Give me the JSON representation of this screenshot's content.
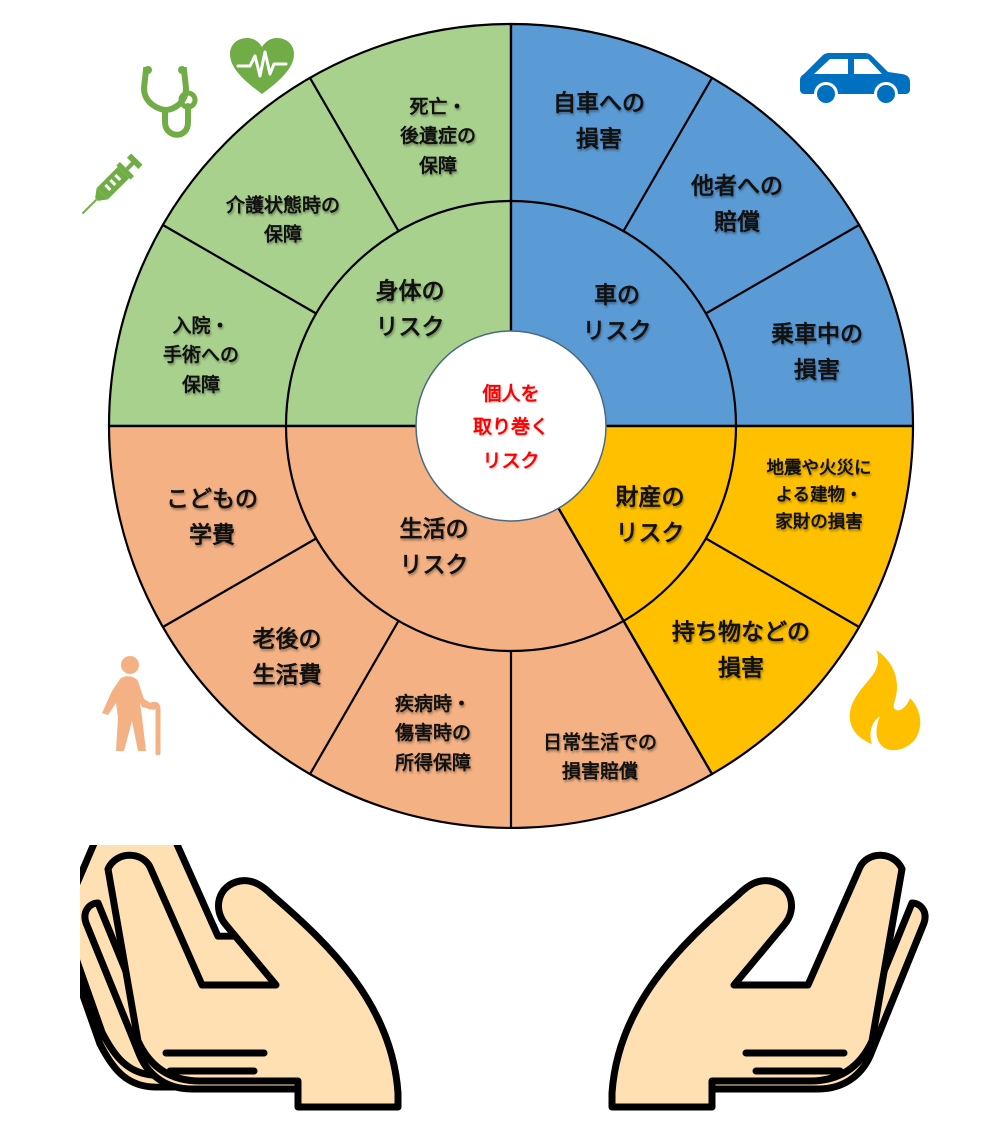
{
  "colors": {
    "body_green": "#A9D18E",
    "car_blue": "#5B9BD5",
    "property_yellow": "#FFC000",
    "life_orange": "#F4B183",
    "center_text_red": "#FF0000",
    "icon_green": "#70AD47",
    "icon_blue": "#0070C0",
    "icon_yellow": "#FFC000",
    "icon_orange": "#F4B183",
    "hands_fill": "#FFE0B2"
  },
  "center": {
    "lines": [
      "個人を",
      "取り巻く",
      "リスク"
    ]
  },
  "categories": [
    {
      "key": "body",
      "label_lines": [
        "身体の",
        "リスク"
      ],
      "color": "#A9D18E",
      "items": [
        {
          "lines": [
            "死亡・",
            "後遺症の",
            "保障"
          ]
        },
        {
          "lines": [
            "介護状態時の",
            "保障"
          ]
        },
        {
          "lines": [
            "入院・",
            "手術への",
            "保障"
          ]
        }
      ]
    },
    {
      "key": "car",
      "label_lines": [
        "車の",
        "リスク"
      ],
      "color": "#5B9BD5",
      "items": [
        {
          "lines": [
            "自車への",
            "損害"
          ]
        },
        {
          "lines": [
            "他者への",
            "賠償"
          ]
        },
        {
          "lines": [
            "乗車中の",
            "損害"
          ]
        }
      ]
    },
    {
      "key": "property",
      "label_lines": [
        "財産の",
        "リスク"
      ],
      "color": "#FFC000",
      "items": [
        {
          "lines": [
            "地震や火災に",
            "よる建物・",
            "家財の損害"
          ]
        },
        {
          "lines": [
            "持ち物などの",
            "損害"
          ]
        }
      ]
    },
    {
      "key": "life",
      "label_lines": [
        "生活の",
        "リスク"
      ],
      "color": "#F4B183",
      "items": [
        {
          "lines": [
            "日常生活での",
            "損害賠償"
          ]
        },
        {
          "lines": [
            "疾病時・",
            "傷害時の",
            "所得保障"
          ]
        },
        {
          "lines": [
            "老後の",
            "生活費"
          ]
        },
        {
          "lines": [
            "こどもの",
            "学費"
          ]
        }
      ]
    }
  ],
  "icons": [
    {
      "name": "heart-pulse-icon",
      "group": "body"
    },
    {
      "name": "stethoscope-icon",
      "group": "body"
    },
    {
      "name": "syringe-icon",
      "group": "body"
    },
    {
      "name": "car-icon",
      "group": "car"
    },
    {
      "name": "fire-icon",
      "group": "property"
    },
    {
      "name": "elderly-person-icon",
      "group": "life"
    },
    {
      "name": "open-hands-icon",
      "group": "support"
    }
  ]
}
